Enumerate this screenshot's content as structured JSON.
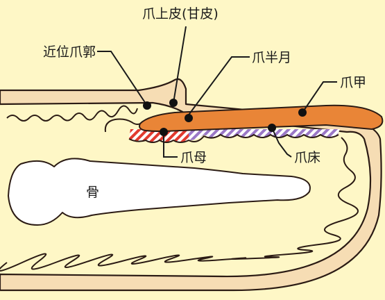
{
  "labels": {
    "eponychium": "爪上皮(甘皮)",
    "proximal_nail_fold": "近位爪郭",
    "lunula": "爪半月",
    "nail_plate": "爪甲",
    "nail_matrix": "爪母",
    "nail_bed": "爪床",
    "bone": "骨"
  },
  "colors": {
    "background": "#FEF7C6",
    "skin_band": "#F6DDB4",
    "outline": "#2B1B14",
    "nail_plate": "#E98537",
    "matrix_hatch": "#E23A2F",
    "bed_hatch": "#9B78C7",
    "bone_fill": "#FFFFFF"
  }
}
